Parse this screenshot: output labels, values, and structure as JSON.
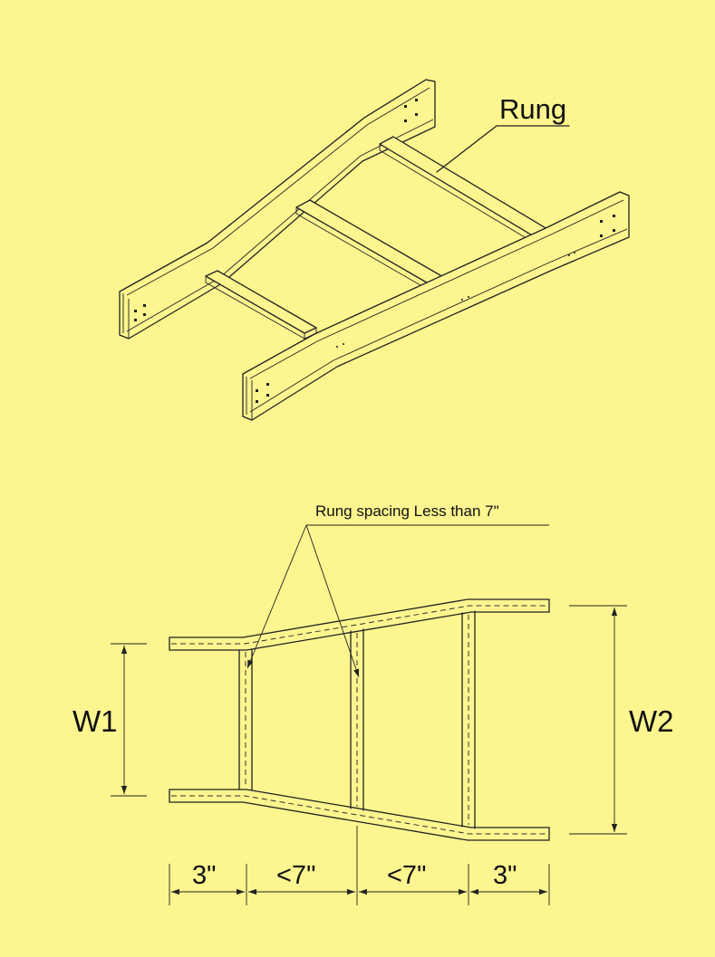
{
  "iso_view": {
    "callout_label": "Rung"
  },
  "plan_view": {
    "note": "Rung spacing Less than 7\"",
    "width_small_label": "W1",
    "width_large_label": "W2",
    "dimensions": [
      "3\"",
      "<7\"",
      "<7\"",
      "3\""
    ]
  },
  "colors": {
    "background": "#fdf58f",
    "line": "#222222"
  }
}
